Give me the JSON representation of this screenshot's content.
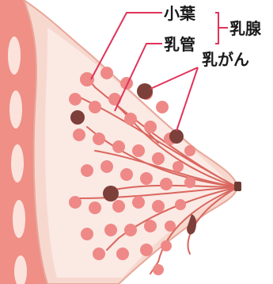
{
  "labels": {
    "lobule": "小葉",
    "duct": "乳管",
    "gland": "乳腺",
    "cancer": "乳がん"
  },
  "colors": {
    "line": "#e0335a",
    "skin": "#f7d8cf",
    "skin_outline": "#e8a79a",
    "chest_wall": "#ef8f86",
    "rib": "#fbe3dc",
    "lobule": "#ee8987",
    "duct": "#d9675f",
    "tumor": "#7d3f3a",
    "nipple": "#6e3b33",
    "text": "#1a1a1a"
  },
  "icons": {
    "tumor": "tumor-dot-icon",
    "nipple": "nipple-icon"
  }
}
